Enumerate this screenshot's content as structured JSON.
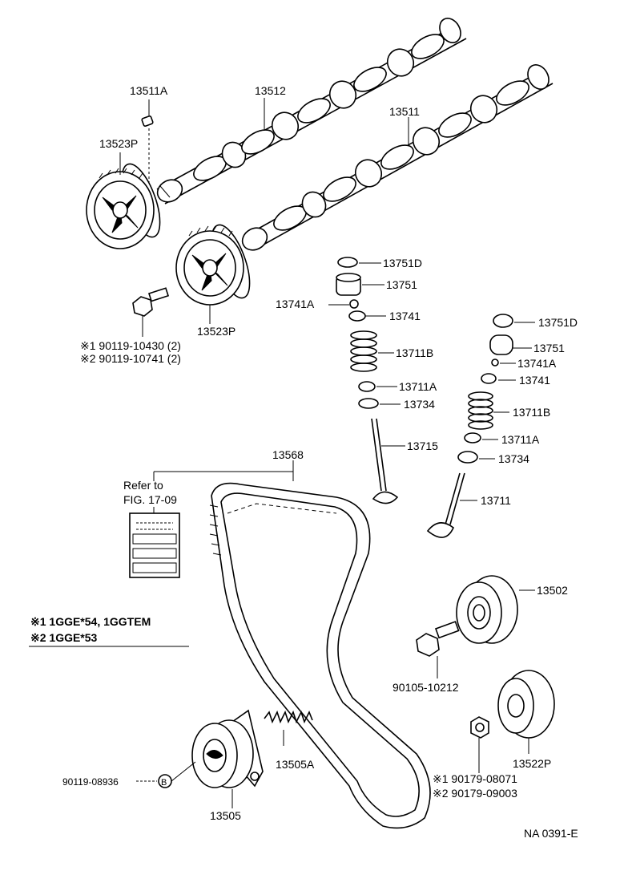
{
  "diagram": {
    "labels": {
      "p13511a": "13511A",
      "p13512": "13512",
      "p13511": "13511",
      "p13523p_top": "13523P",
      "p13523p_bottom": "13523P",
      "p13751d_a": "13751D",
      "p13751_a": "13751",
      "p13741a_a": "13741A",
      "p13741_a": "13741",
      "p13711b_a": "13711B",
      "p13711a_a": "13711A",
      "p13734_a": "13734",
      "p13715": "13715",
      "p13751d_b": "13751D",
      "p13751_b": "13751",
      "p13741a_b": "13741A",
      "p13741_b": "13741",
      "p13711b_b": "13711B",
      "p13711a_b": "13711A",
      "p13734_b": "13734",
      "p13711": "13711",
      "bolt1": "※1 90119-10430 (2)",
      "bolt2": "※2 90119-10741 (2)",
      "p13568": "13568",
      "refer_to": "Refer to",
      "fig_ref": "FIG. 17-09",
      "note1": "※1 1GGE*54, 1GGTEM",
      "note2": "※2 1GGE*53",
      "p13502": "13502",
      "p90105": "90105-10212",
      "p13522p": "13522P",
      "nut1": "※1  90179-08071",
      "nut2": "※2  90179-09003",
      "p13505a": "13505A",
      "p13505": "13505",
      "p90119_08936": "90119-08936",
      "b_marker": "B",
      "footer_code": "NA 0391-E"
    }
  }
}
